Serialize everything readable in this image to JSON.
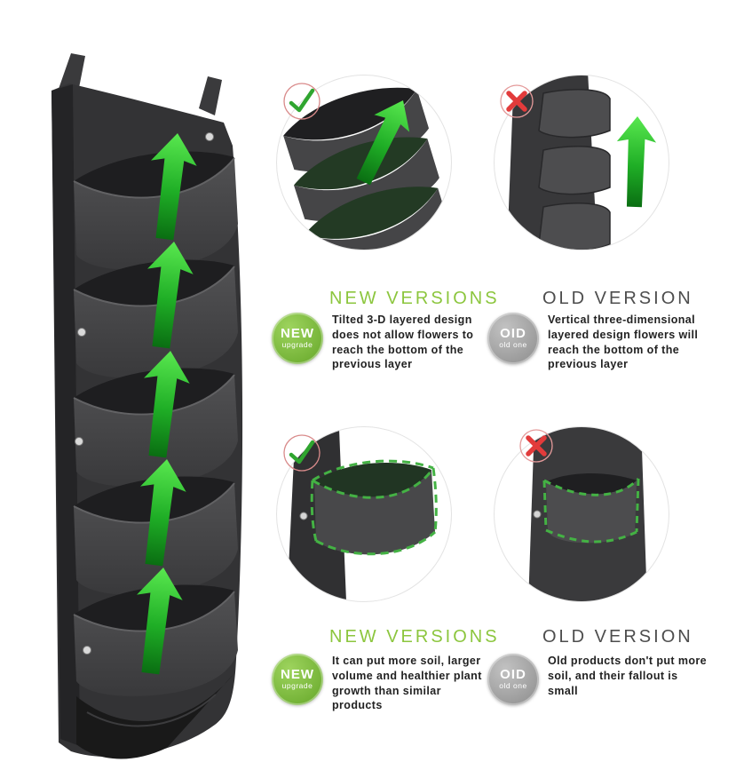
{
  "colors": {
    "header_green": "#8cc63e",
    "header_gray": "#4d4d4d",
    "badge_green": "#6fb02c",
    "badge_gray": "#9a9a9a",
    "arrow_green": "#2db52d",
    "cross_red": "#e23b3b",
    "check_green": "#2fa52f",
    "fabric_dark": "#3a3a3c"
  },
  "icons": {
    "check": "check-mark",
    "cross": "cross-mark",
    "arrow": "up-arrow"
  },
  "sections": {
    "top": {
      "new": {
        "header": "NEW VERSIONS",
        "badge": {
          "line1": "NEW",
          "line2": "upgrade"
        },
        "description": "Tilted 3-D layered design does not allow flowers to reach the bottom of the previous layer"
      },
      "old": {
        "header": "OLD VERSION",
        "badge": {
          "line1": "OID",
          "line2": "old one"
        },
        "description": "Vertical three-dimensional layered design flowers will reach the bottom of the previous layer"
      }
    },
    "bottom": {
      "new": {
        "header": "NEW VERSIONS",
        "badge": {
          "line1": "NEW",
          "line2": "upgrade"
        },
        "description": "It can put more soil, larger volume and healthier plant growth than similar products"
      },
      "old": {
        "header": "OLD VERSION",
        "badge": {
          "line1": "OID",
          "line2": "old one"
        },
        "description": "Old products don't put more soil, and their fallout is small"
      }
    }
  }
}
